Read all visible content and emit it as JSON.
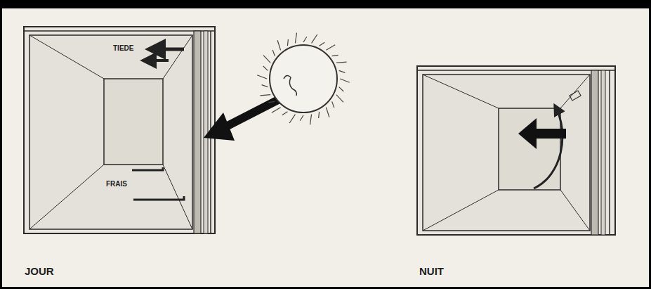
{
  "diagram": {
    "labels": [
      "TIEDE",
      "FRAIS",
      "JOUR",
      "NUIT"
    ]
  }
}
